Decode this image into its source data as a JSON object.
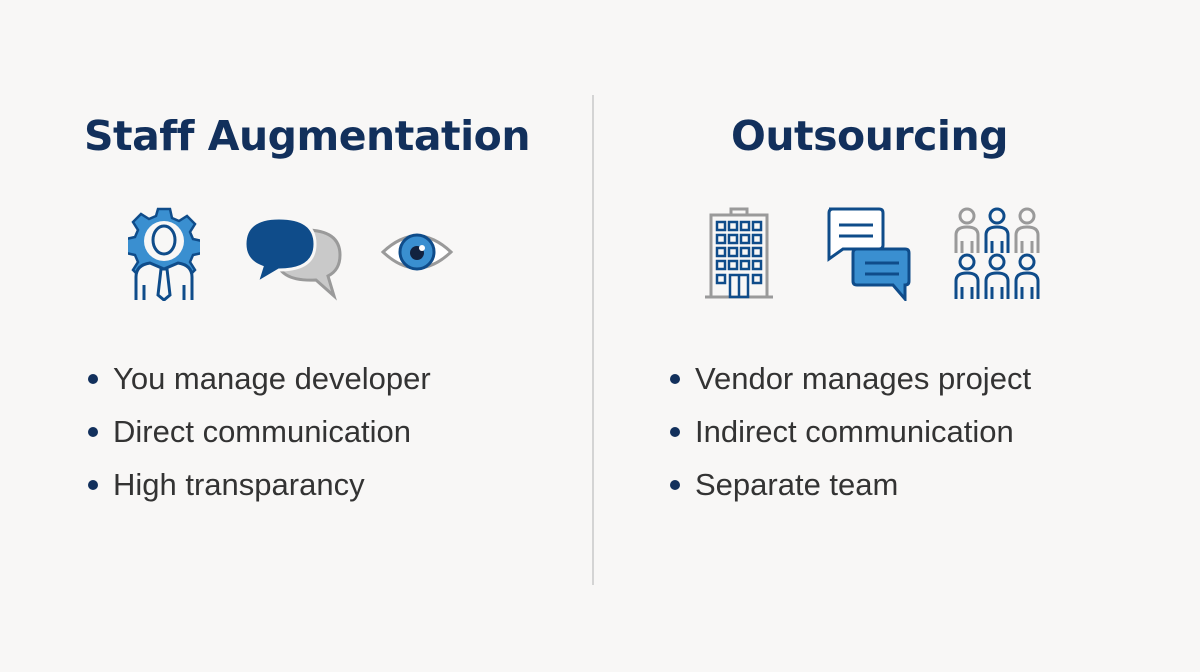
{
  "left": {
    "title": "Staff Augmentation",
    "icons": [
      "person-gear-icon",
      "speech-bubbles-icon",
      "eye-icon"
    ],
    "bullets": [
      "You manage developer",
      "Direct communication",
      "High transparancy"
    ]
  },
  "right": {
    "title": "Outsourcing",
    "icons": [
      "office-building-icon",
      "chat-messages-icon",
      "team-group-icon"
    ],
    "bullets": [
      "Vendor manages project",
      "Indirect communication",
      "Separate team"
    ]
  },
  "colors": {
    "title": "#12305c",
    "primary": "#0f4c8a",
    "light_blue": "#3a8fd0",
    "gray": "#9a9a9a"
  }
}
